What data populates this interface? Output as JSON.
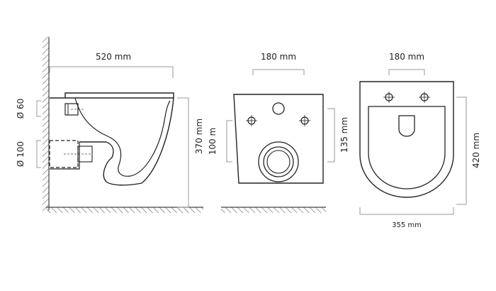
{
  "diagram": {
    "side_view": {
      "width_label": "520 mm",
      "height_label": "370 mm",
      "upper_pipe_label": "Ø 60",
      "lower_pipe_label": "Ø 100"
    },
    "rear_view": {
      "width_label": "180 mm",
      "outlet_height_label": "100 m",
      "height_label": "135 mm"
    },
    "top_view": {
      "width_label": "180 mm",
      "length_label": "420 mm",
      "overall_width_label": "355 mm"
    },
    "colors": {
      "line": "#222222",
      "dimension": "#999999",
      "hatch": "#777777"
    }
  }
}
